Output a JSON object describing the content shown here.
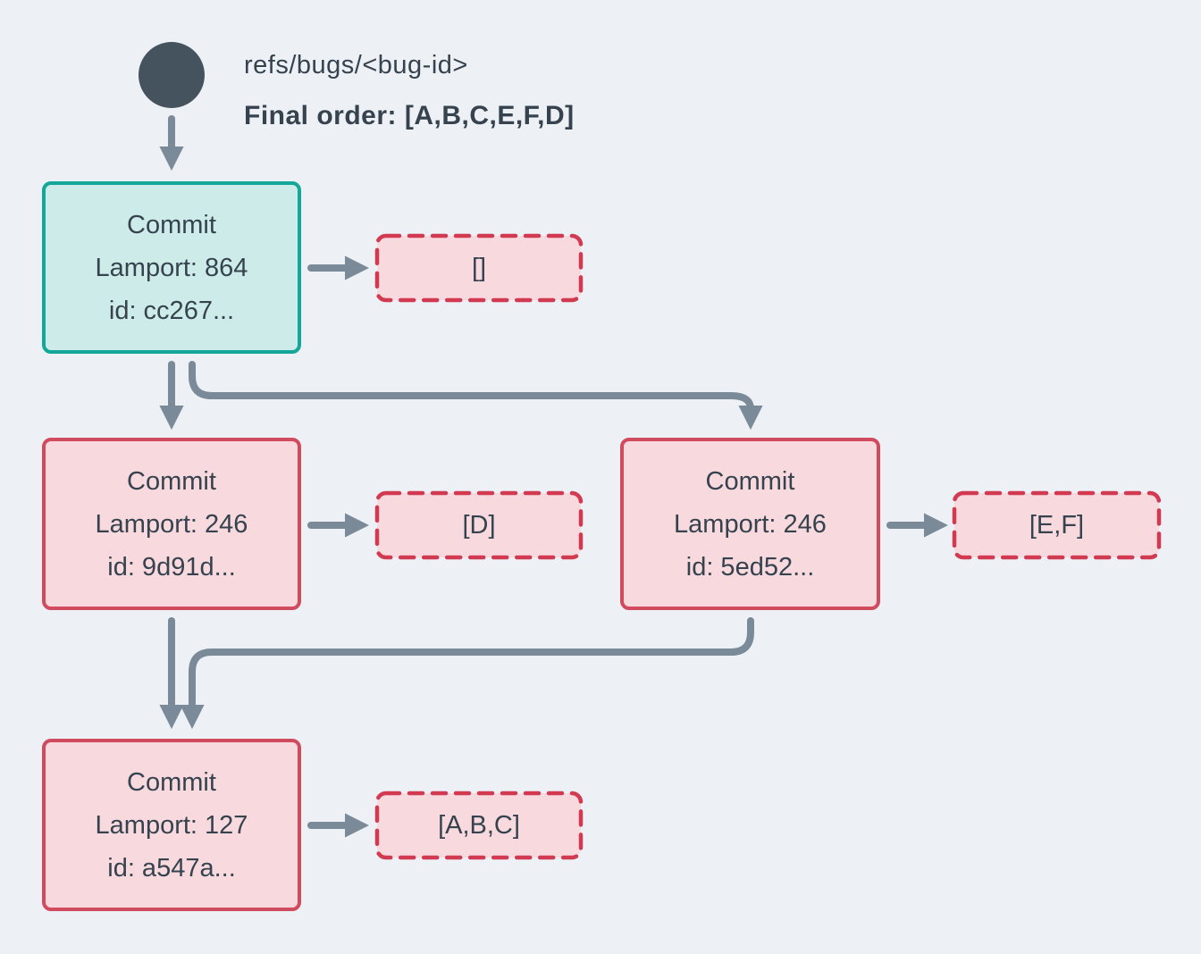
{
  "header": {
    "ref": "refs/bugs/<bug-id>",
    "final_order": "Final order: [A,B,C,E,F,D]"
  },
  "commits": [
    {
      "title": "Commit",
      "lamport": "Lamport: 864",
      "id": "id: cc267...",
      "variant": "teal",
      "payload": "[]"
    },
    {
      "title": "Commit",
      "lamport": "Lamport: 246",
      "id": "id: 9d91d...",
      "variant": "pink",
      "payload": "[D]"
    },
    {
      "title": "Commit",
      "lamport": "Lamport: 246",
      "id": "id: 5ed52...",
      "variant": "pink",
      "payload": "[E,F]"
    },
    {
      "title": "Commit",
      "lamport": "Lamport: 127",
      "id": "id: a547a...",
      "variant": "pink",
      "payload": "[A,B,C]"
    }
  ],
  "colors": {
    "background": "#edf1f5",
    "ref_circle": "#45535f",
    "text": "#36434f",
    "arrow": "#7b8a98",
    "teal_border": "#12a798",
    "teal_fill": "#cdece9",
    "pink_fill": "#f8d9de",
    "crimson_solid_border": "#d14b5f",
    "crimson_dashed_border": "#d23a52"
  },
  "icons": {
    "ref_node": "branch-ref-circle"
  }
}
